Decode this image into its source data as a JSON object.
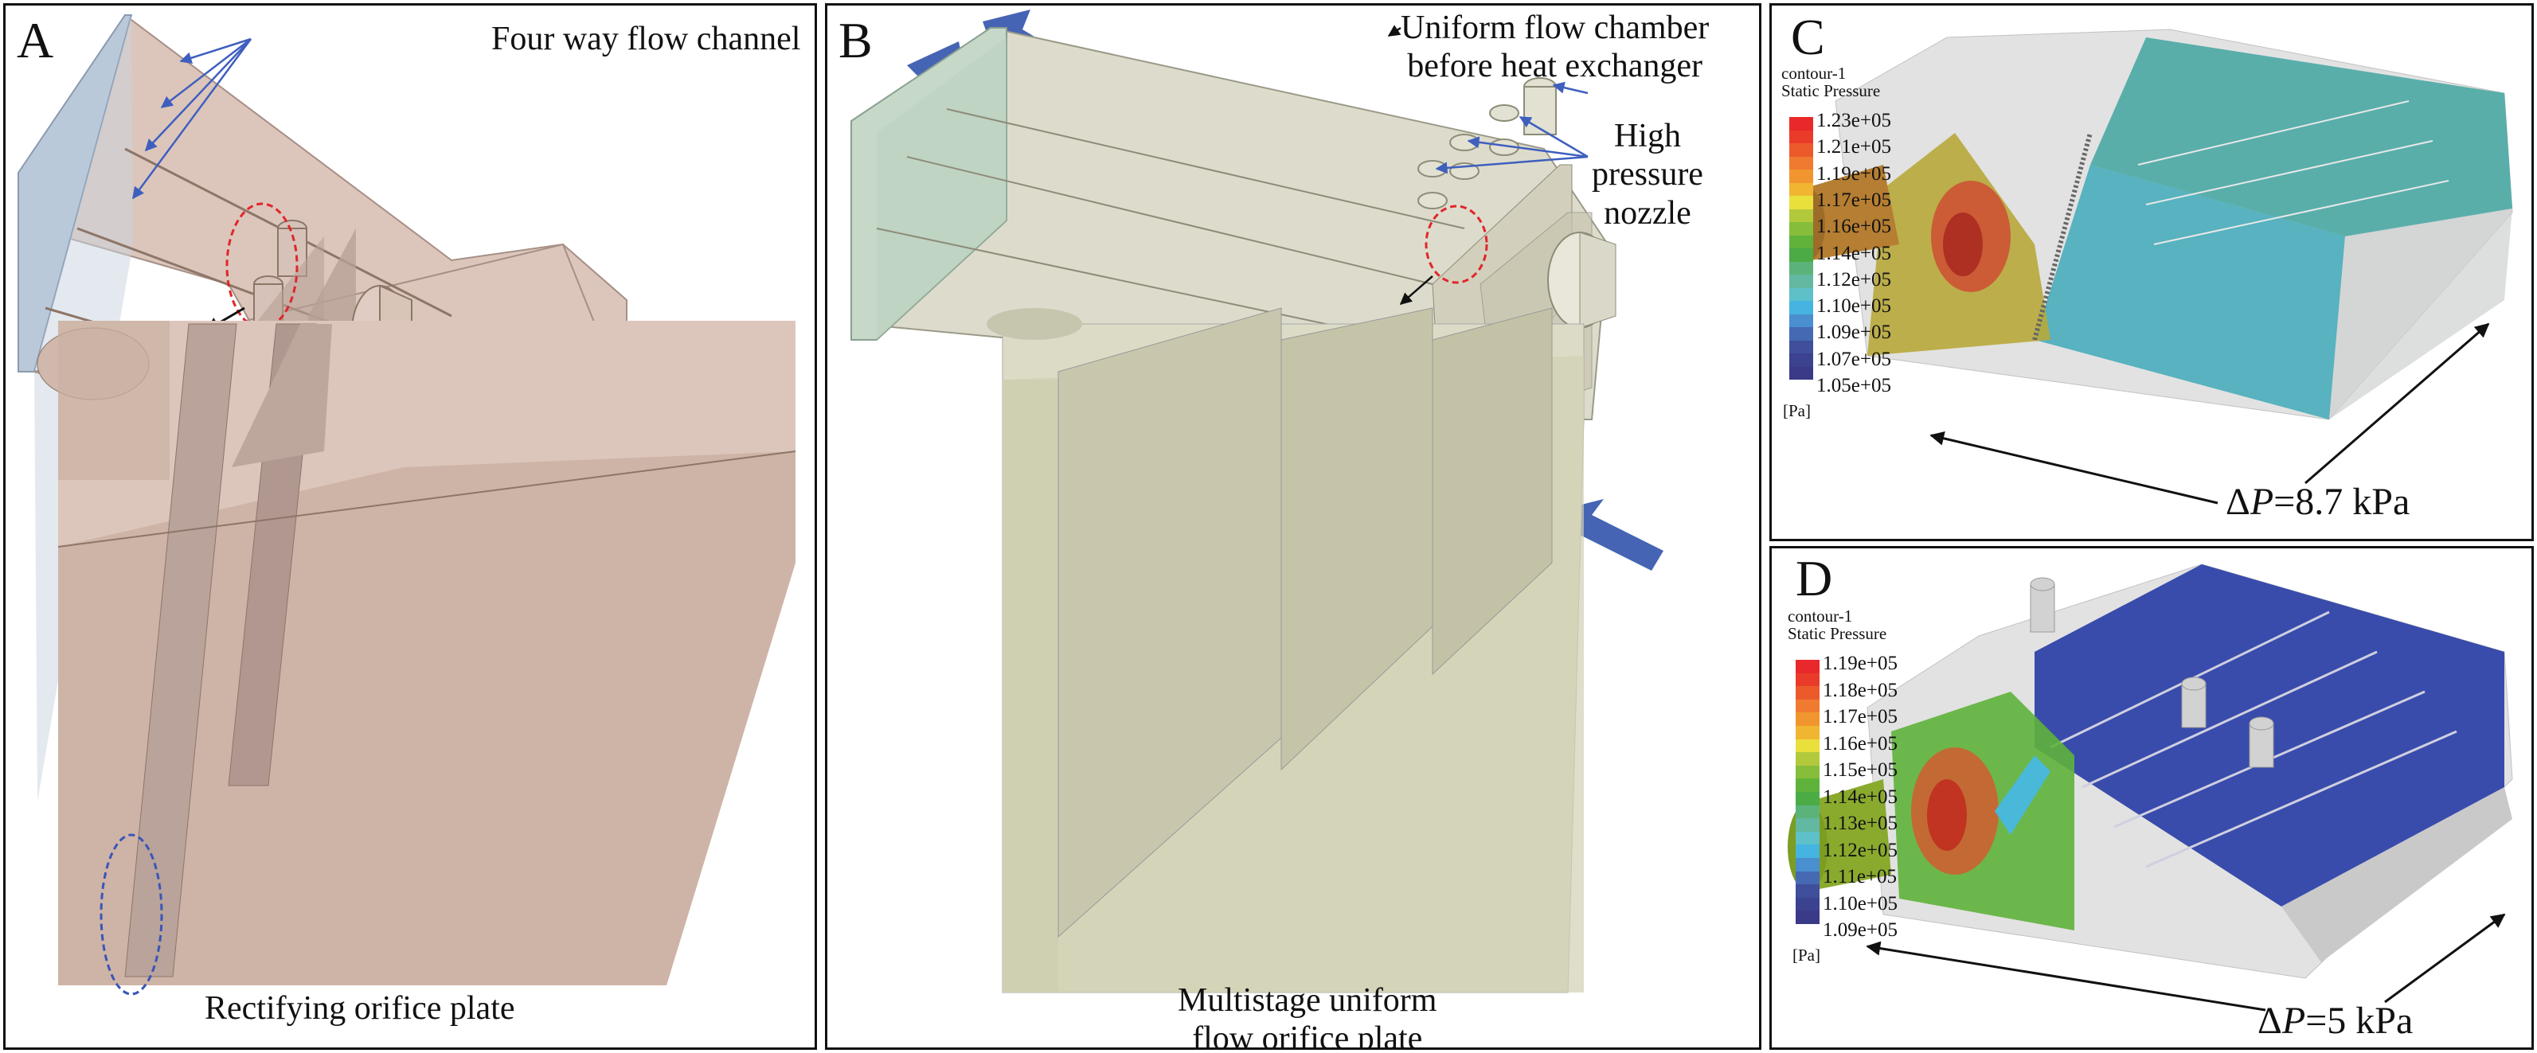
{
  "panel_a": {
    "label": "A",
    "title": "Four way flow channel",
    "caption": "Rectifying orifice plate"
  },
  "panel_b": {
    "label": "B",
    "chamber_line1": "Uniform flow chamber",
    "chamber_line2": "before heat exchanger",
    "nozzle_line1": "High",
    "nozzle_line2": "pressure",
    "nozzle_line3": "nozzle",
    "caption_line1": "Multistage uniform",
    "caption_line2": "flow orifice plate"
  },
  "panel_c": {
    "label": "C",
    "legend_title1": "contour-1",
    "legend_title2": "Static Pressure",
    "unit": "[Pa]",
    "ticks": [
      "1.23e+05",
      "1.21e+05",
      "1.19e+05",
      "1.17e+05",
      "1.16e+05",
      "1.14e+05",
      "1.12e+05",
      "1.10e+05",
      "1.09e+05",
      "1.07e+05",
      "1.05e+05"
    ],
    "delta_p_symbol": "Δ",
    "delta_p_var": "P",
    "delta_p_value": "=8.7 kPa"
  },
  "panel_d": {
    "label": "D",
    "legend_title1": "contour-1",
    "legend_title2": "Static Pressure",
    "unit": "[Pa]",
    "ticks": [
      "1.19e+05",
      "1.18e+05",
      "1.17e+05",
      "1.16e+05",
      "1.15e+05",
      "1.14e+05",
      "1.13e+05",
      "1.12e+05",
      "1.11e+05",
      "1.10e+05",
      "1.09e+05"
    ],
    "delta_p_symbol": "Δ",
    "delta_p_var": "P",
    "delta_p_value": "=5 kPa"
  },
  "colors": {
    "colormap": [
      "#e8282a",
      "#ea3b2a",
      "#ec5a2c",
      "#ef7a30",
      "#f1962f",
      "#f0b531",
      "#e9e03c",
      "#b3c93c",
      "#86bd3a",
      "#5fb33b",
      "#4bab45",
      "#5cb37a",
      "#62b8a0",
      "#5ec0c8",
      "#46b4e0",
      "#4a8fcf",
      "#4569b3",
      "#3f4f9c",
      "#3b428f",
      "#3a3a88"
    ],
    "arrow": "#4664b4",
    "red_dash": "#e0262a",
    "blue_dash": "#3a55b8"
  }
}
